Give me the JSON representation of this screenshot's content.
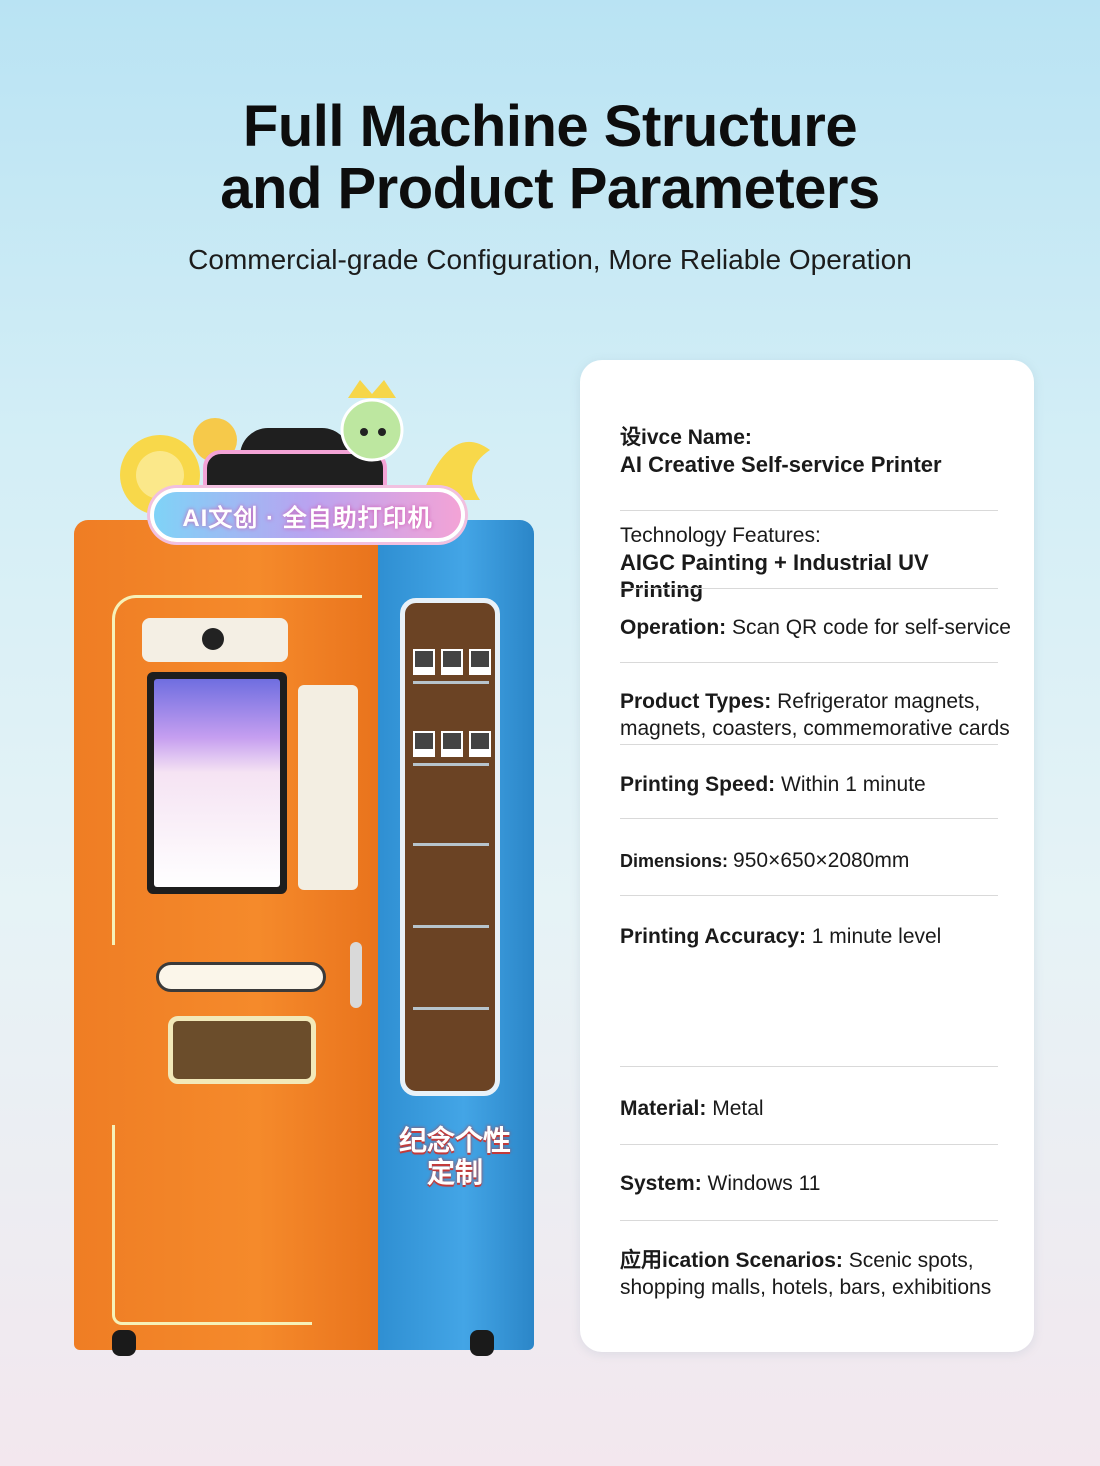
{
  "header": {
    "title_line1": "Full Machine Structure",
    "title_line2": "and Product Parameters",
    "subtitle": "Commercial-grade Configuration, More Reliable Operation"
  },
  "machine": {
    "marquee": "AI文创 · 全自助打印机",
    "blue_label_line1": "纪念个性",
    "blue_label_line2": "定制"
  },
  "specs": [
    {
      "key": "设ivce Name:",
      "value": "AI Creative Self-service Printer"
    },
    {
      "key": "Technology Features:",
      "value": "AIGC Painting + Industrial UV Printing"
    },
    {
      "key": "Operation:",
      "value": "Scan QR code for self-service"
    },
    {
      "key": "Product Types:",
      "value": "Refrigerator magnets, magnets, coasters, commemorative cards"
    },
    {
      "key": "Printing Speed:",
      "value": "Within 1 minute"
    },
    {
      "key": "Dimensions:",
      "value": "950×650×2080mm"
    },
    {
      "key": "Printing Accuracy:",
      "value": "1 minute level"
    },
    {
      "key": "Material:",
      "value": "Metal"
    },
    {
      "key": "System:",
      "value": "Windows 11"
    },
    {
      "key": "应用ication Scenarios:",
      "value": "Scenic spots, shopping malls, hotels, bars, exhibitions"
    }
  ],
  "colors": {
    "orange_panel": "#f58a2b",
    "blue_panel": "#43a5e6",
    "card_bg": "#ffffff"
  }
}
